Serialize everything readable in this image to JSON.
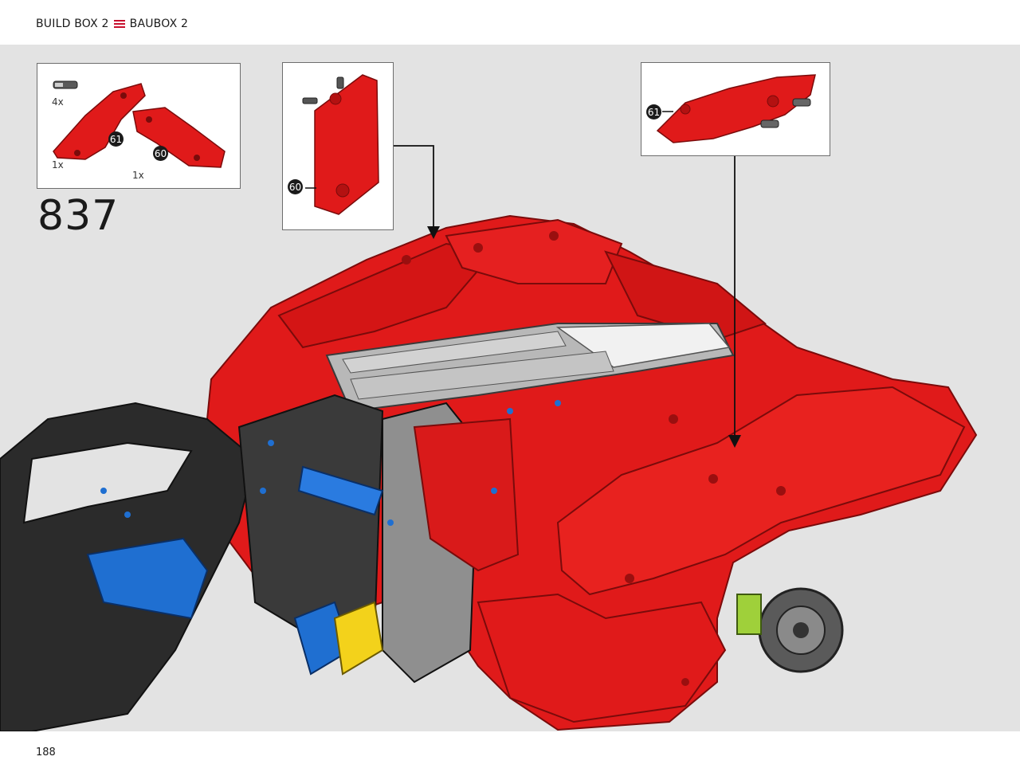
{
  "header": {
    "left": "BUILD BOX 2",
    "right": "BAUBOX 2"
  },
  "step": {
    "number": "837"
  },
  "parts_list": {
    "items": [
      {
        "qty": "4x",
        "kind": "connector-pin"
      },
      {
        "qty": "1x",
        "kind": "red-panel",
        "badge": "61"
      },
      {
        "qty": "1x",
        "kind": "red-panel",
        "badge": "60"
      }
    ]
  },
  "subassembly_left": {
    "badge": "60"
  },
  "subassembly_right": {
    "badge": "61"
  },
  "footer": {
    "page": "188"
  },
  "colors": {
    "lego_red": "#e01a1a",
    "lego_black": "#2b2b2b",
    "lego_blue": "#1f6fd1",
    "lego_grey": "#a9a9a9",
    "lego_yellow": "#f3d21b",
    "background": "#e3e3e3",
    "accent": "#c8102e"
  }
}
